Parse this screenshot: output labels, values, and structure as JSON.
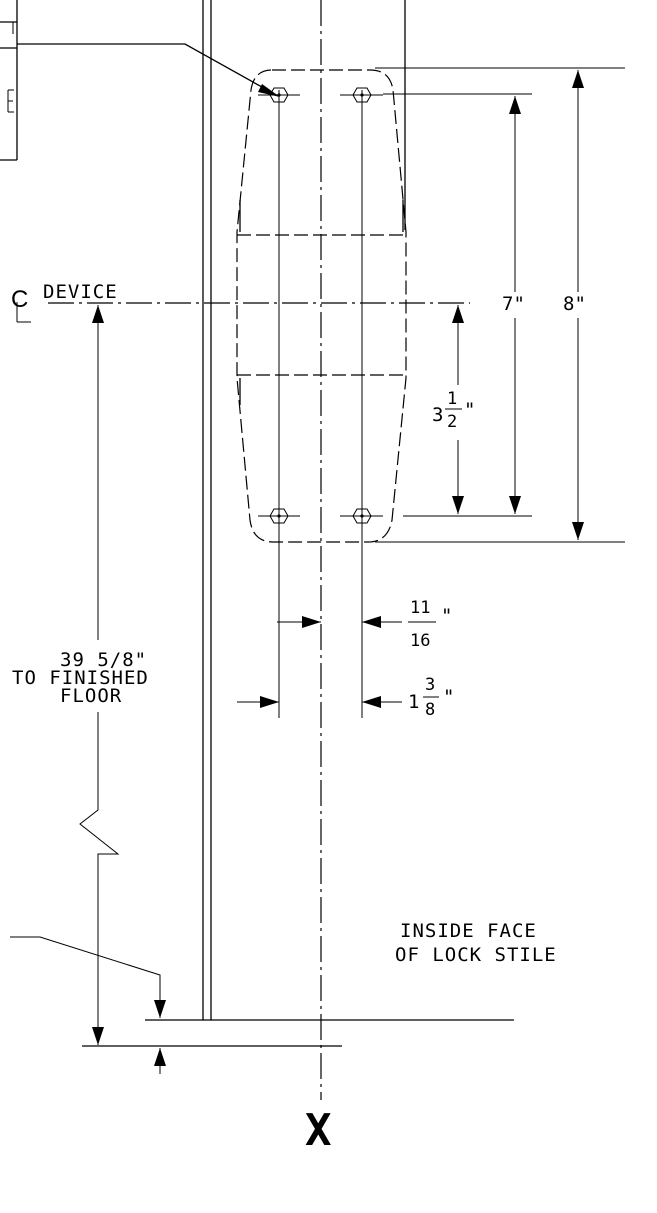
{
  "labels": {
    "centerline_symbol": "C",
    "device": "DEVICE",
    "height_value": "39 5/8\"",
    "height_line2": "TO FINISHED",
    "height_line3": "FLOOR",
    "inside_face_line1": "INSIDE FACE",
    "inside_face_line2": "OF LOCK STILE",
    "section_mark": "X"
  },
  "dimensions": {
    "seven_inch": "7\"",
    "eight_inch": "8\"",
    "three_half": {
      "whole": "3",
      "num": "1",
      "den": "2",
      "unit": "\""
    },
    "eleven_sixteenths": {
      "num": "11",
      "den": "16",
      "unit": "\""
    },
    "one_three_eighths": {
      "whole": "1",
      "num": "3",
      "den": "8",
      "unit": "\""
    }
  },
  "colors": {
    "ink": "#000000",
    "paper": "#ffffff"
  }
}
